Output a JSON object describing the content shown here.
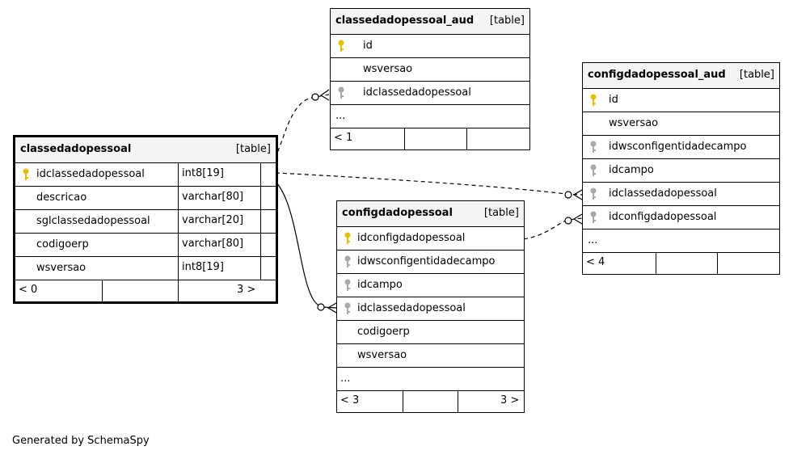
{
  "tables": {
    "classedadopessoal": {
      "name": "classedadopessoal",
      "type": "[table]",
      "columns": [
        {
          "name": "idclassedadopessoal",
          "dtype": "int8[19]"
        },
        {
          "name": "descricao",
          "dtype": "varchar[80]"
        },
        {
          "name": "sglclassedadopessoal",
          "dtype": "varchar[20]"
        },
        {
          "name": "codigoerp",
          "dtype": "varchar[80]"
        },
        {
          "name": "wsversao",
          "dtype": "int8[19]"
        }
      ],
      "footer": {
        "left": "< 0",
        "right": "3 >"
      }
    },
    "classedadopessoal_aud": {
      "name": "classedadopessoal_aud",
      "type": "[table]",
      "columns": [
        "id",
        "wsversao",
        "idclassedadopessoal"
      ],
      "ellipsis": "...",
      "footer": {
        "left": "< 1",
        "right": ""
      }
    },
    "configdadopessoal": {
      "name": "configdadopessoal",
      "type": "[table]",
      "columns": [
        "idconfigdadopessoal",
        "idwsconfigentidadecampo",
        "idcampo",
        "idclassedadopessoal",
        "codigoerp",
        "wsversao"
      ],
      "ellipsis": "...",
      "footer": {
        "left": "< 3",
        "right": "3 >"
      }
    },
    "configdadopessoal_aud": {
      "name": "configdadopessoal_aud",
      "type": "[table]",
      "columns": [
        "id",
        "wsversao",
        "idwsconfigentidadecampo",
        "idcampo",
        "idclassedadopessoal",
        "idconfigdadopessoal"
      ],
      "ellipsis": "...",
      "footer": {
        "left": "< 4",
        "right": ""
      }
    }
  },
  "icons": {
    "primary_key": "gold-key-icon",
    "foreign_key": "gray-key-icon"
  },
  "colors": {
    "primary_key": "#e0c000",
    "foreign_key": "#a8a8a8",
    "header_bg": "#f4f4f4"
  },
  "credit": "Generated by SchemaSpy"
}
